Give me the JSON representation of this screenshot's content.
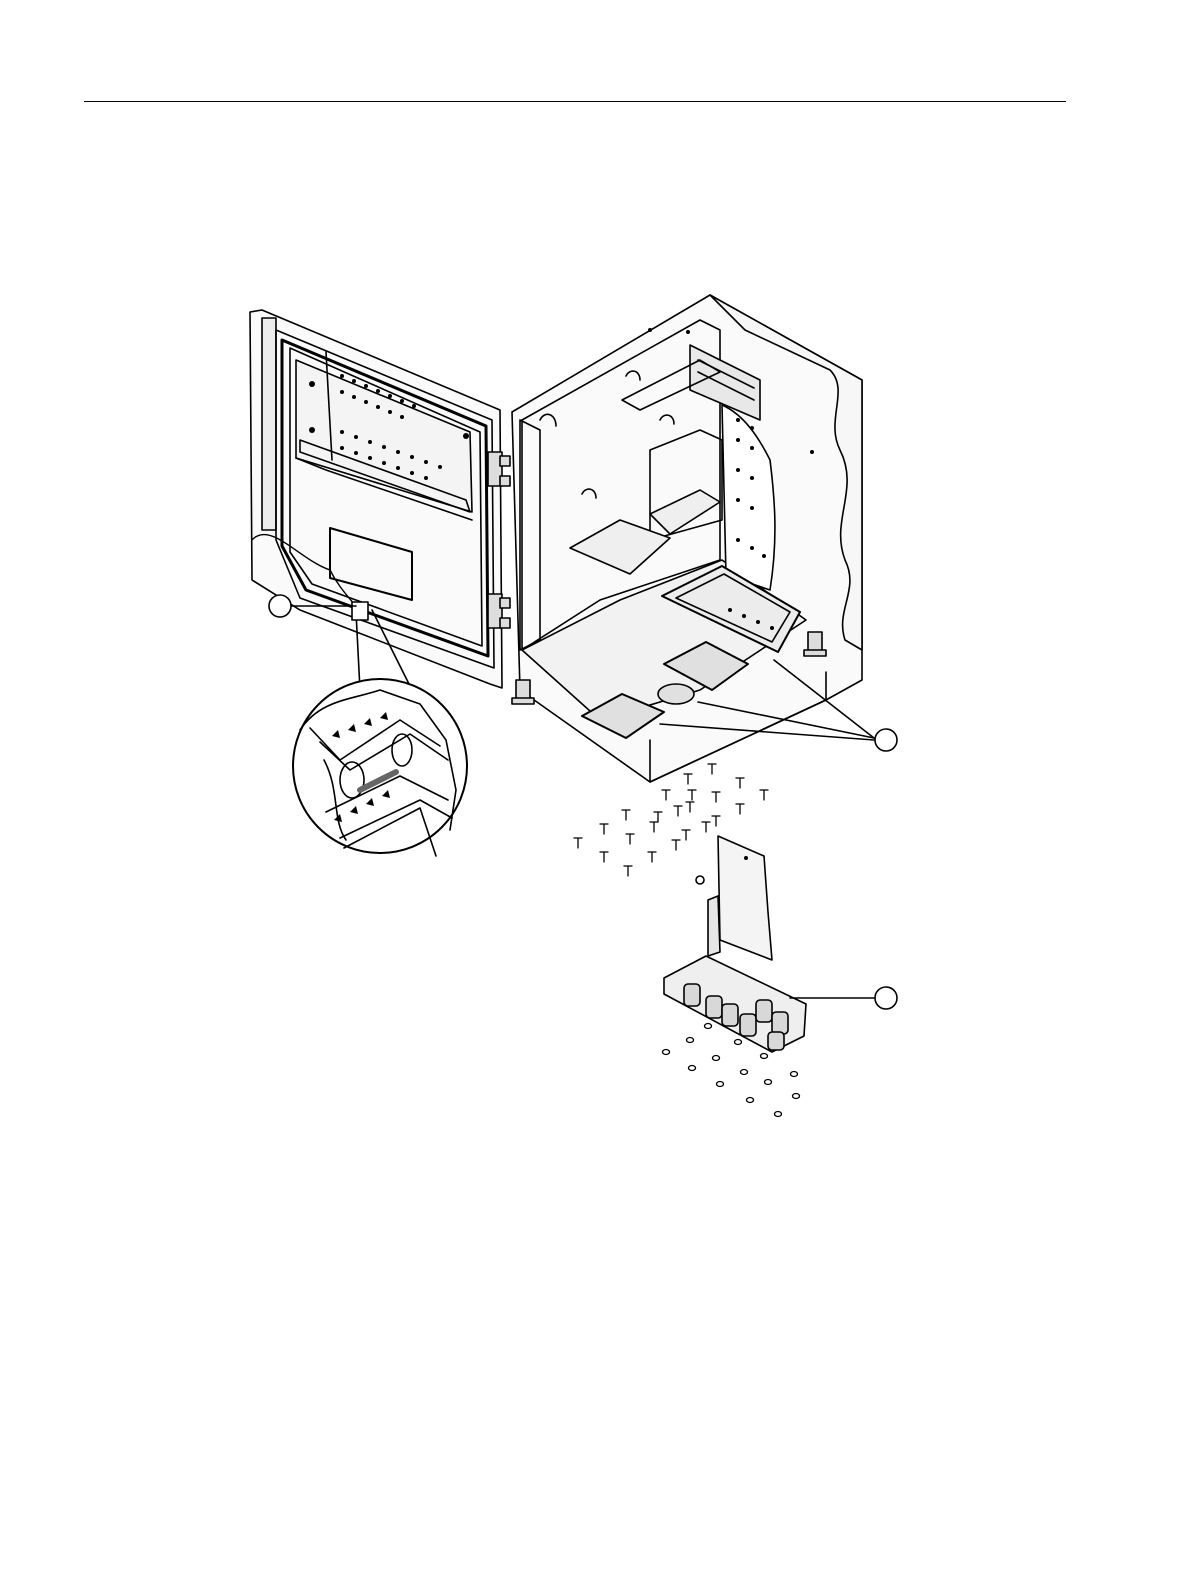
{
  "colors": {
    "ink": "#000000",
    "paper": "#ffffff",
    "shade": "#e6e6e6"
  },
  "callouts": [
    {
      "id": "A",
      "label": ""
    },
    {
      "id": "B",
      "label": ""
    },
    {
      "id": "C",
      "label": ""
    }
  ]
}
